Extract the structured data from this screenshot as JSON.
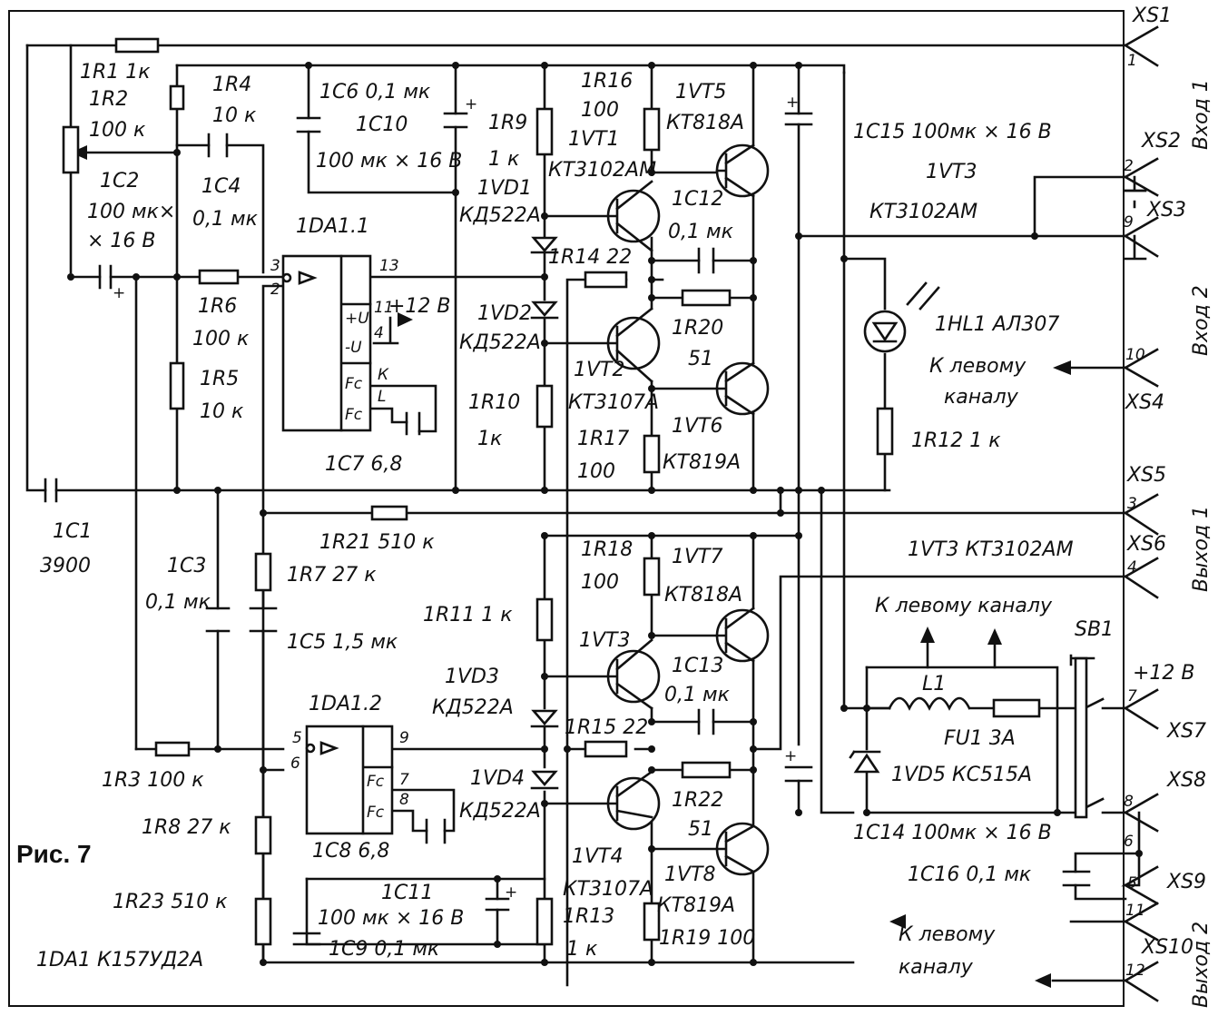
{
  "figure": {
    "caption": "Рис. 7",
    "opamp_note": "1DA1  К157УД2А",
    "mid_note": "1VT3  КТ3102АМ"
  },
  "connectors": {
    "xs1": "XS1",
    "xs2": "XS2",
    "xs3": "XS3",
    "xs4": "XS4",
    "xs5": "XS5",
    "xs6": "XS6",
    "xs7": "XS7",
    "xs8": "XS8",
    "xs9": "XS9",
    "xs10": "XS10",
    "in1": "Вход 1",
    "in2": "Вход 2",
    "out1": "Выход 1",
    "out2": "Выход 2",
    "pin1": "1",
    "pin2": "2",
    "pin9": "9",
    "pin10": "10",
    "pin3": "3",
    "pin4": "4",
    "pin7": "7",
    "pin8": "8",
    "pin6": "6",
    "pin5": "5",
    "pin11": "11",
    "pin12": "12"
  },
  "components": {
    "r1": "1R1  1к",
    "r2": "1R2",
    "r2v": "100 к",
    "c2": "1C2",
    "c2v": "100 мк×",
    "c2v2": "× 16 В",
    "r4": "1R4",
    "r4v": "10 к",
    "c4": "1C4",
    "c4v": "0,1 мк",
    "c6": "1C6  0,1 мк",
    "c10": "1C10",
    "c10v": "100 мк × 16 В",
    "r9": "1R9",
    "r9v": "1 к",
    "vd1": "1VD1",
    "vd1v": "КД522А",
    "r16": "1R16",
    "r16v": "100",
    "vt1": "1VT1",
    "vt1v": "КТ3102АМ",
    "vt5": "1VT5",
    "vt5v": "КТ818А",
    "c12": "1C12",
    "c12v": "0,1 мк",
    "c15": "1C15 100мк × 16 В",
    "vt3a": "1VT3",
    "vt3av": "КТ3102АМ",
    "da11": "1DA1.1",
    "r6": "1R6",
    "r6v": "100 к",
    "r5": "1R5",
    "r5v": "10 к",
    "r14": "1R14  22",
    "vd2": "1VD2",
    "vd2v": "КД522А",
    "vt2": "1VT2",
    "vt2v": "КТ3107А",
    "r20": "1R20",
    "r20v": "51",
    "hl1": "1HL1  АЛ307",
    "left1": "К левому",
    "left1b": "каналу",
    "r10": "1R10",
    "r10v": "1к",
    "r17": "1R17",
    "r17v": "100",
    "vt6": "1VT6",
    "vt6v": "КТ819А",
    "r12": "1R12   1 к",
    "c7": "1C7   6,8",
    "c1": "1C1",
    "c1v": "3900",
    "c3": "1C3",
    "c3v": "0,1 мк",
    "r21": "1R21   510 к",
    "r7": "1R7   27 к",
    "c5": "1C5   1,5 мк",
    "r11": "1R11   1 к",
    "r18": "1R18",
    "r18v": "100",
    "vt7": "1VT7",
    "vt7v": "КТ818А",
    "vt3b": "1VT3",
    "c13": "1C13",
    "c13v": "0,1 мк",
    "vd3": "1VD3",
    "vd3v": "КД522А",
    "left2": "К левому каналу",
    "sb1": "SB1",
    "plus12": "+12 В",
    "da12": "1DA1.2",
    "r3": "1R3   100 к",
    "r15": "1R15  22",
    "vd4": "1VD4",
    "vd4v": "КД522А",
    "r22": "1R22",
    "r22v": "51",
    "l1": "L1",
    "fu1": "FU1   3А",
    "vd5": "1VD5   КС515А",
    "c8": "1C8   6,8",
    "r8": "1R8  27 к",
    "vt4": "1VT4",
    "vt4v": "КТ3107А",
    "vt8": "1VT8",
    "vt8v": "КТ819А",
    "c14": "1C14 100мк × 16 В",
    "c16": "1C16   0,1 мк",
    "r23": "1R23   510 к",
    "c11": "1C11",
    "c11v": "100 мк × 16 В",
    "c9": "1C9   0,1 мк",
    "r13": "1R13",
    "r13v": "1 к",
    "r19": "1R19  100",
    "left3": "К левому",
    "left3b": "каналу"
  },
  "opamp_pins": {
    "p3": "3",
    "p2": "2",
    "p13": "13",
    "p11": "11",
    "p4": "4",
    "pk": "К",
    "pl": "L",
    "pu": "+U",
    "mu": "-U",
    "fc1": "Fc",
    "fc2": "Fc",
    "v12": "+12 В",
    "p5": "5",
    "p6": "6",
    "p9": "9",
    "p7": "7",
    "p8": "8",
    "fc3": "Fc",
    "fc4": "Fc"
  }
}
